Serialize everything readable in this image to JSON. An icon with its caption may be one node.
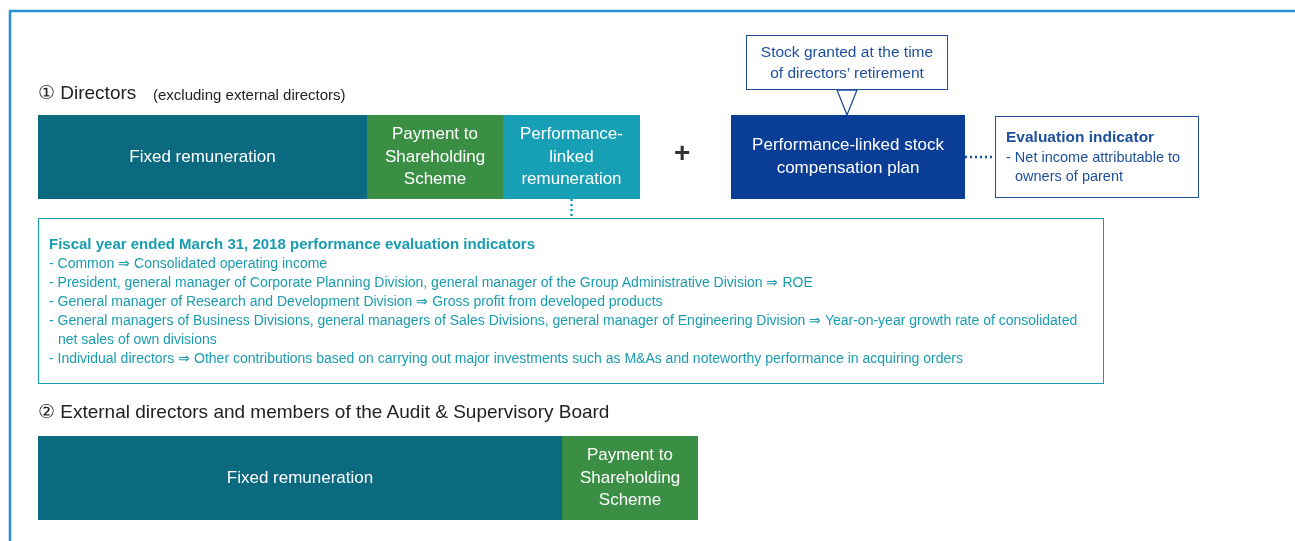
{
  "diagram": {
    "nodes": [
      {
        "text": [
          "Fixed remuneration"
        ]
      },
      {
        "text": [
          "Payment to Shareholding Scheme"
        ]
      },
      {
        "text": [
          "Performance-linked remuneration"
        ]
      },
      {
        "text": [
          "Stock granted at the time of directors’ retirement"
        ]
      },
      {
        "text": [
          "Performance-linked stock compensation plan"
        ]
      },
      {
        "text": [
          "Evaluation indicator",
          "- Net income attributable to owners of parent"
        ]
      },
      {
        "text": [
          "Fiscal year ended March 31, 2018 performance evaluation indicators",
          "- Common ⇒ Consolidated operating income",
          "- President, general manager of Corporate Planning Division, general manager of the Group Administrative Division ⇒ ROE",
          "- General manager of Research and Development Division ⇒ Gross profit from developed products",
          "- General managers of Business Divisions, general managers of Sales Divisions, general manager of Engineering Division ⇒ Year-on-year growth rate of consolidated net sales of own divisions",
          "- Individual directors ⇒ Other contributions based on carrying out major investments such as M&As and noteworthy performance in acquiring orders"
        ]
      },
      {
        "text": [
          "Fixed remuneration"
        ]
      },
      {
        "text": [
          "Payment to Shareholding Scheme"
        ]
      }
    ],
    "edges": [
      {
        "from": 3,
        "to": 4,
        "arrow": "to"
      },
      {
        "from": 2,
        "to": 6,
        "arrow": "none",
        "style": "dashed",
        "color": "#1a9cb0"
      },
      {
        "from": 4,
        "to": 5,
        "arrow": "none",
        "style": "dashed"
      }
    ],
    "labels": [
      "① Directors",
      "(excluding external directors)",
      "+",
      "② External directors and members of the Audit & Supervisory Board"
    ]
  }
}
